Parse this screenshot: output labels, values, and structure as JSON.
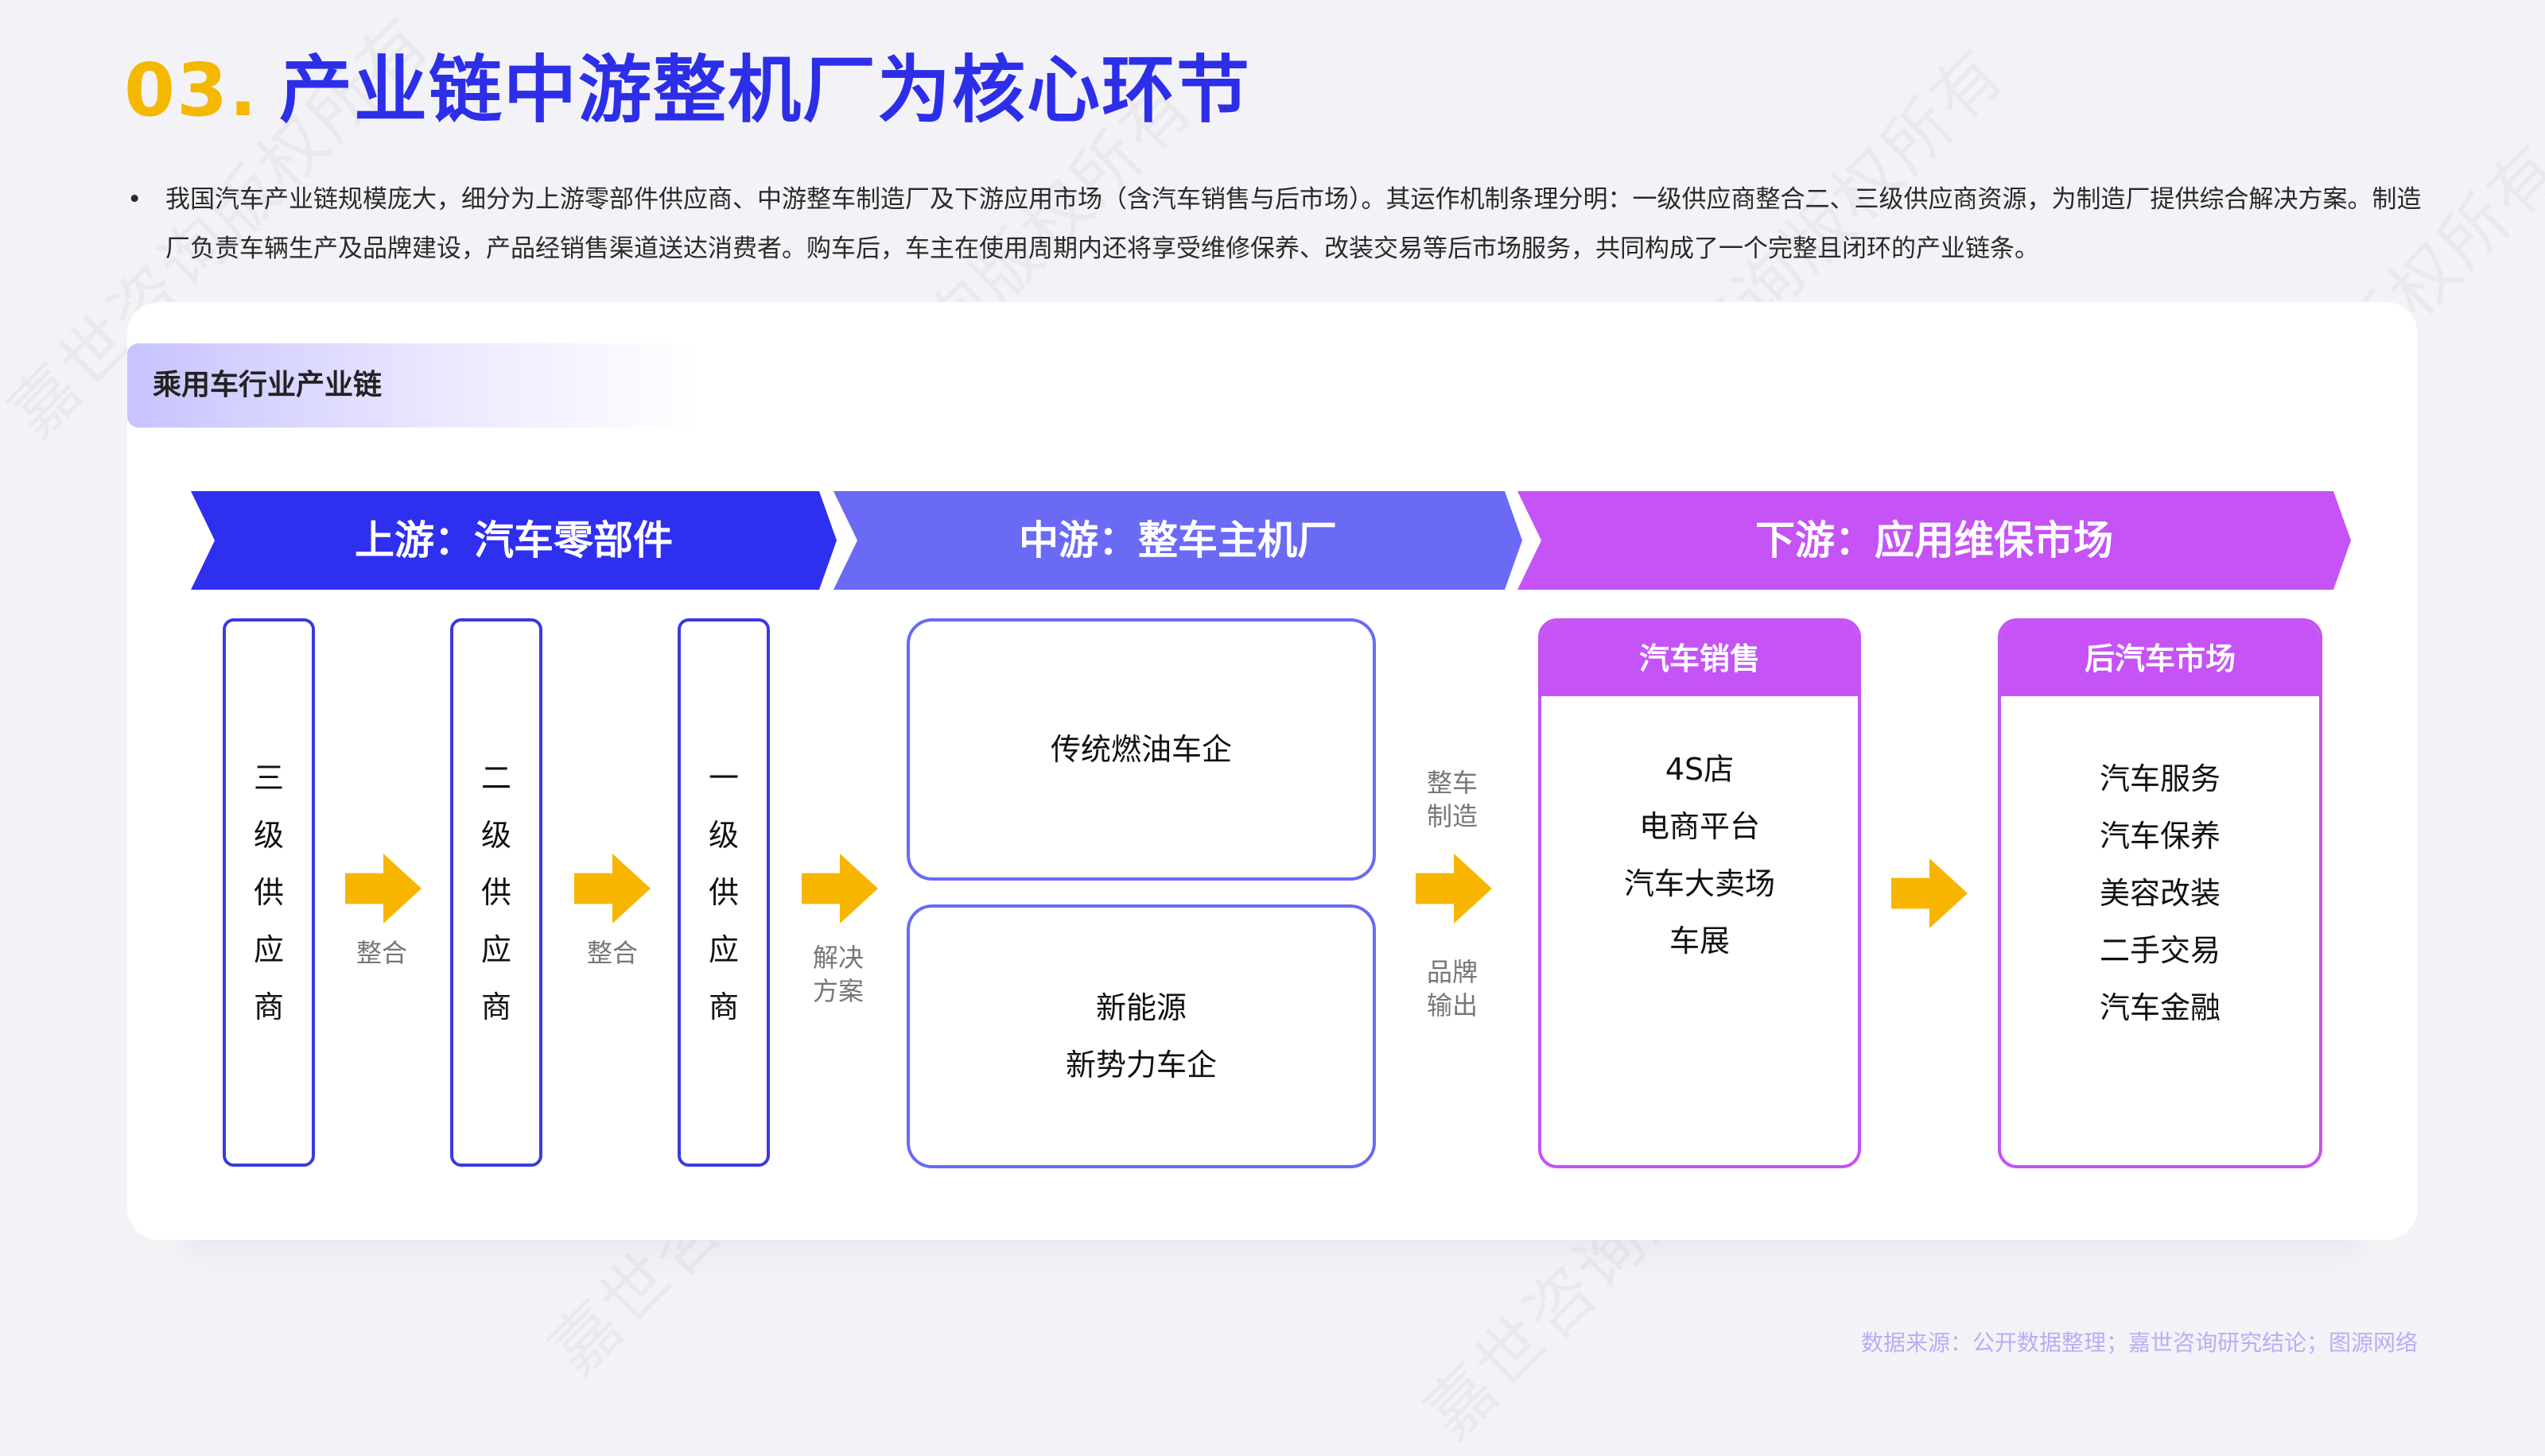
{
  "page": {
    "title_num": "03.",
    "title_text": "产业链中游整机厂为核心环节",
    "intro_bullet": "•",
    "intro": "我国汽车产业链规模庞大，细分为上游零部件供应商、中游整车制造厂及下游应用市场（含汽车销售与后市场）。其运作机制条理分明：一级供应商整合二、三级供应商资源，为制造厂提供综合解决方案。制造厂负责车辆生产及品牌建设，产品经销售渠道送达消费者。购车后，车主在使用周期内还将享受维修保养、改装交易等后市场服务，共同构成了一个完整且闭环的产业链条。",
    "watermark": "嘉世咨询版权所有"
  },
  "diagram": {
    "section_tag": "乘用车行业产业链",
    "stages": {
      "upstream": "上游：汽车零部件",
      "midstream": "中游：整车主机厂",
      "downstream": "下游：应用维保市场"
    },
    "suppliers": [
      {
        "chars": [
          "三",
          "级",
          "供",
          "应",
          "商"
        ]
      },
      {
        "chars": [
          "二",
          "级",
          "供",
          "应",
          "商"
        ]
      },
      {
        "chars": [
          "一",
          "级",
          "供",
          "应",
          "商"
        ]
      }
    ],
    "flow_labels": {
      "integrate_1": "整合",
      "integrate_2": "整合",
      "solution_1": "解决",
      "solution_2": "方案",
      "manufacture_1": "整车",
      "manufacture_2": "制造",
      "brand_1": "品牌",
      "brand_2": "输出"
    },
    "oem": {
      "traditional": "传统燃油车企",
      "new_energy_1": "新能源",
      "new_energy_2": "新势力车企"
    },
    "sales": {
      "title": "汽车销售",
      "items": [
        "4S店",
        "电商平台",
        "汽车大卖场",
        "车展"
      ]
    },
    "aftermarket": {
      "title": "后汽车市场",
      "items": [
        "汽车服务",
        "汽车保养",
        "美容改装",
        "二手交易",
        "汽车金融"
      ]
    },
    "colors": {
      "upstream": "#2f2ff0",
      "midstream": "#6a6af5",
      "downstream": "#c553f5",
      "arrow": "#f7b500",
      "title_num": "#f5b800",
      "title_text": "#2d2ee8"
    }
  },
  "footer": {
    "source": "数据来源：公开数据整理；嘉世咨询研究结论；图源网络"
  }
}
